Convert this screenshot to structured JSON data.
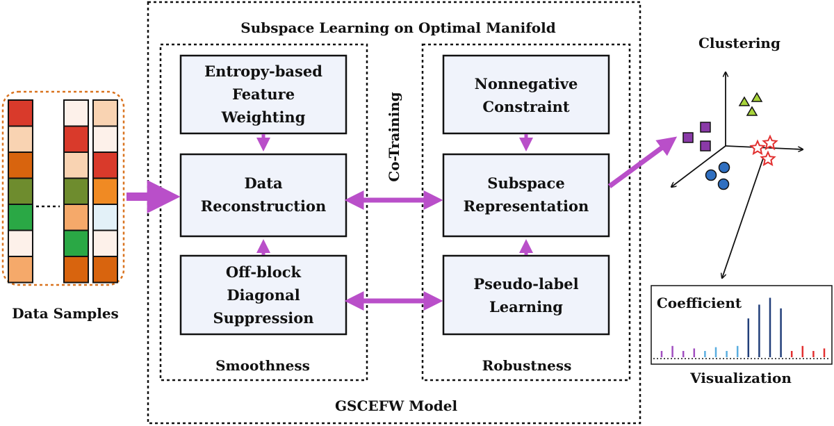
{
  "title": "Subspace Learning on Optimal Manifold",
  "model_label": "GSCEFW Model",
  "data_samples_label": "Data Samples",
  "left_panel_label": "Smoothness",
  "right_panel_label": "Robustness",
  "cotraining_label": "Co-Training",
  "clustering_label": "Clustering",
  "coefficient_label": "Coefficient",
  "visualization_label": "Visualization",
  "boxes": {
    "entropy": [
      "Entropy-based",
      "Feature",
      "Weighting"
    ],
    "reconstruction": [
      "Data",
      "Reconstruction"
    ],
    "offblock": [
      "Off-block",
      "Diagonal",
      "Suppression"
    ],
    "nonnegative": [
      "Nonnegative",
      "Constraint"
    ],
    "subspace": [
      "Subspace",
      "Representation"
    ],
    "pseudo": [
      "Pseudo-label",
      "Learning"
    ]
  },
  "colors": {
    "arrow": "#b94fc9",
    "box_fill": "#f0f3fb",
    "dashed_border": "#d9731f",
    "cluster_triangle": "#a8d43a",
    "cluster_square": "#8a3aa8",
    "cluster_circle": "#2f6fc0",
    "cluster_star": "#e23030"
  },
  "sample_columns": [
    [
      "#d93a2b",
      "#f9d3b2",
      "#d8640e",
      "#6e8c2e",
      "#2aa845",
      "#fdf1ea",
      "#f5a96a"
    ],
    [
      "#fdf1ea",
      "#d93a2b",
      "#f9d3b2",
      "#6e8c2e",
      "#f5a96a",
      "#2aa845",
      "#d8640e"
    ],
    [
      "#f9d3b2",
      "#fdf1ea",
      "#d93a2b",
      "#f08a23",
      "#e3f1f8",
      "#fdf1ea",
      "#d8640e"
    ]
  ],
  "coefficient_bars": [
    {
      "value": 0.1,
      "color": "#a14fc0"
    },
    {
      "value": 0.18,
      "color": "#a14fc0"
    },
    {
      "value": 0.1,
      "color": "#a14fc0"
    },
    {
      "value": 0.14,
      "color": "#a14fc0"
    },
    {
      "value": 0.1,
      "color": "#5aaee0"
    },
    {
      "value": 0.16,
      "color": "#5aaee0"
    },
    {
      "value": 0.1,
      "color": "#5aaee0"
    },
    {
      "value": 0.18,
      "color": "#5aaee0"
    },
    {
      "value": 0.62,
      "color": "#223f7a"
    },
    {
      "value": 0.84,
      "color": "#223f7a"
    },
    {
      "value": 0.95,
      "color": "#223f7a"
    },
    {
      "value": 0.78,
      "color": "#223f7a"
    },
    {
      "value": 0.1,
      "color": "#e23030"
    },
    {
      "value": 0.18,
      "color": "#e23030"
    },
    {
      "value": 0.1,
      "color": "#e23030"
    },
    {
      "value": 0.14,
      "color": "#e23030"
    }
  ]
}
